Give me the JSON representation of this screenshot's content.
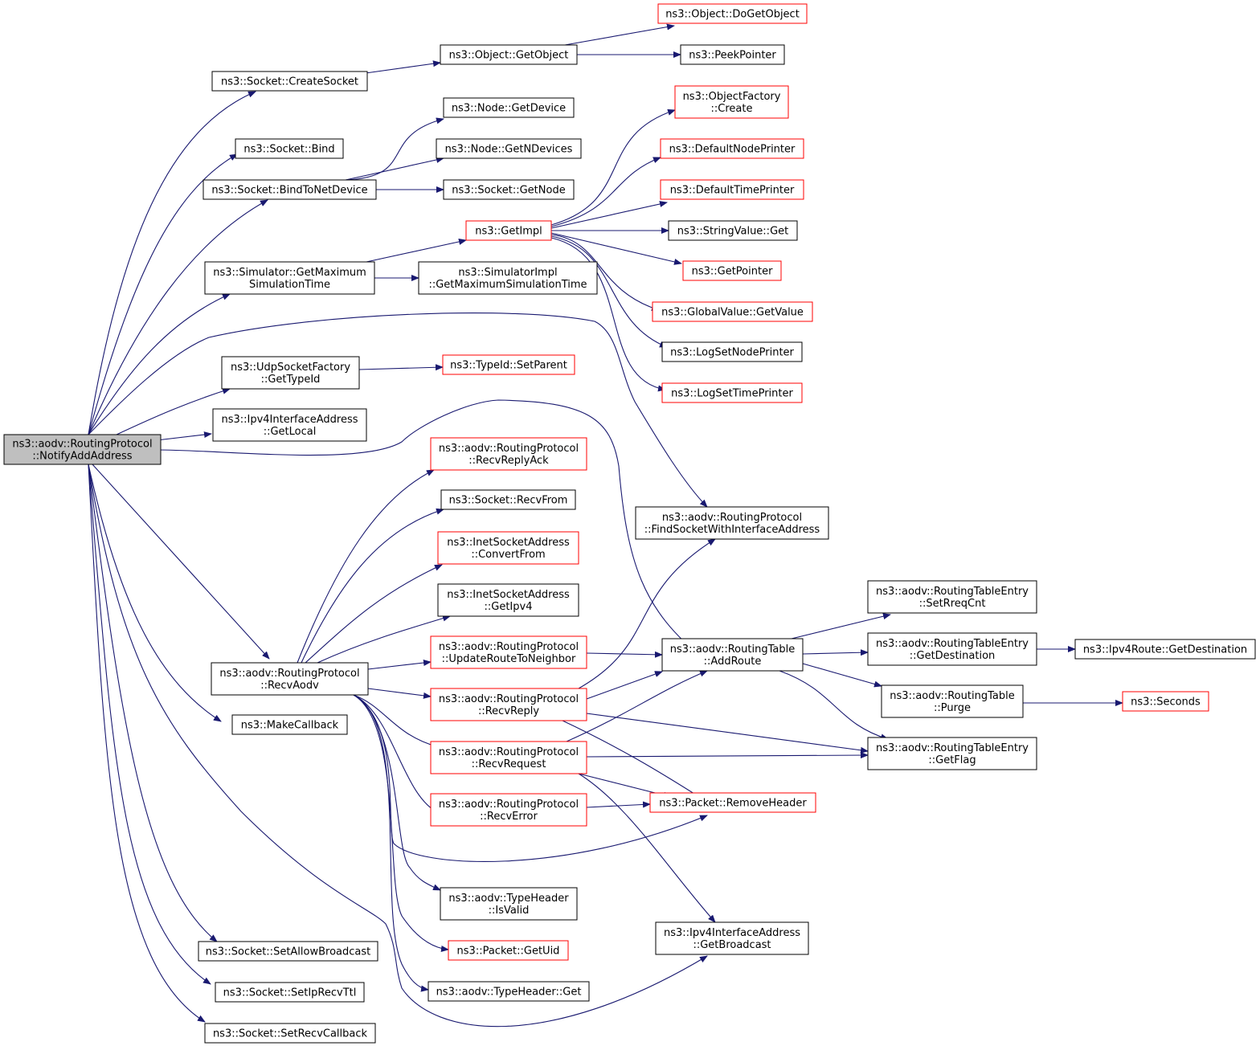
{
  "colors": {
    "edge": "#191970",
    "border_normal": "#000000",
    "border_truncated": "#ff0000",
    "root_fill": "#bfbfbf",
    "node_fill": "#ffffff"
  },
  "nodes": [
    {
      "id": "n0",
      "lines": [
        "ns3::aodv::RoutingProtocol",
        "::NotifyAddAddress"
      ],
      "style": "root"
    },
    {
      "id": "n1",
      "lines": [
        "ns3::Socket::CreateSocket"
      ],
      "style": "normal"
    },
    {
      "id": "n2",
      "lines": [
        "ns3::Socket::Bind"
      ],
      "style": "normal"
    },
    {
      "id": "n3",
      "lines": [
        "ns3::Socket::BindToNetDevice"
      ],
      "style": "normal"
    },
    {
      "id": "n4",
      "lines": [
        "ns3::Simulator::GetMaximum",
        "SimulationTime"
      ],
      "style": "normal"
    },
    {
      "id": "n5",
      "lines": [
        "ns3::UdpSocketFactory",
        "::GetTypeId"
      ],
      "style": "normal"
    },
    {
      "id": "n6",
      "lines": [
        "ns3::Ipv4InterfaceAddress",
        "::GetLocal"
      ],
      "style": "normal"
    },
    {
      "id": "n7",
      "lines": [
        "ns3::aodv::RoutingProtocol",
        "::RecvAodv"
      ],
      "style": "normal"
    },
    {
      "id": "n8",
      "lines": [
        "ns3::MakeCallback"
      ],
      "style": "normal"
    },
    {
      "id": "n9",
      "lines": [
        "ns3::Socket::SetAllowBroadcast"
      ],
      "style": "normal"
    },
    {
      "id": "n10",
      "lines": [
        "ns3::Socket::SetIpRecvTtl"
      ],
      "style": "normal"
    },
    {
      "id": "n11",
      "lines": [
        "ns3::Socket::SetRecvCallback"
      ],
      "style": "normal"
    },
    {
      "id": "n12",
      "lines": [
        "ns3::Object::GetObject"
      ],
      "style": "normal"
    },
    {
      "id": "n13",
      "lines": [
        "ns3::Object::DoGetObject"
      ],
      "style": "truncated"
    },
    {
      "id": "n14",
      "lines": [
        "ns3::PeekPointer"
      ],
      "style": "normal"
    },
    {
      "id": "n15",
      "lines": [
        "ns3::Node::GetDevice"
      ],
      "style": "normal"
    },
    {
      "id": "n16",
      "lines": [
        "ns3::Node::GetNDevices"
      ],
      "style": "normal"
    },
    {
      "id": "n17",
      "lines": [
        "ns3::Socket::GetNode"
      ],
      "style": "normal"
    },
    {
      "id": "n18",
      "lines": [
        "ns3::GetImpl"
      ],
      "style": "truncated"
    },
    {
      "id": "n19",
      "lines": [
        "ns3::SimulatorImpl",
        "::GetMaximumSimulationTime"
      ],
      "style": "normal"
    },
    {
      "id": "n20",
      "lines": [
        "ns3::ObjectFactory",
        "::Create"
      ],
      "style": "truncated"
    },
    {
      "id": "n21",
      "lines": [
        "ns3::DefaultNodePrinter"
      ],
      "style": "truncated"
    },
    {
      "id": "n22",
      "lines": [
        "ns3::DefaultTimePrinter"
      ],
      "style": "truncated"
    },
    {
      "id": "n23",
      "lines": [
        "ns3::StringValue::Get"
      ],
      "style": "normal"
    },
    {
      "id": "n24",
      "lines": [
        "ns3::GetPointer"
      ],
      "style": "truncated"
    },
    {
      "id": "n25",
      "lines": [
        "ns3::GlobalValue::GetValue"
      ],
      "style": "truncated"
    },
    {
      "id": "n26",
      "lines": [
        "ns3::LogSetNodePrinter"
      ],
      "style": "normal"
    },
    {
      "id": "n27",
      "lines": [
        "ns3::LogSetTimePrinter"
      ],
      "style": "truncated"
    },
    {
      "id": "n28",
      "lines": [
        "ns3::TypeId::SetParent"
      ],
      "style": "truncated"
    },
    {
      "id": "n29",
      "lines": [
        "ns3::aodv::RoutingProtocol",
        "::FindSocketWithInterfaceAddress"
      ],
      "style": "normal"
    },
    {
      "id": "n30",
      "lines": [
        "ns3::aodv::RoutingProtocol",
        "::RecvReplyAck"
      ],
      "style": "truncated"
    },
    {
      "id": "n31",
      "lines": [
        "ns3::Socket::RecvFrom"
      ],
      "style": "normal"
    },
    {
      "id": "n32",
      "lines": [
        "ns3::InetSocketAddress",
        "::ConvertFrom"
      ],
      "style": "truncated"
    },
    {
      "id": "n33",
      "lines": [
        "ns3::InetSocketAddress",
        "::GetIpv4"
      ],
      "style": "normal"
    },
    {
      "id": "n34",
      "lines": [
        "ns3::aodv::RoutingProtocol",
        "::UpdateRouteToNeighbor"
      ],
      "style": "truncated"
    },
    {
      "id": "n35",
      "lines": [
        "ns3::aodv::RoutingProtocol",
        "::RecvReply"
      ],
      "style": "truncated"
    },
    {
      "id": "n36",
      "lines": [
        "ns3::aodv::RoutingProtocol",
        "::RecvRequest"
      ],
      "style": "truncated"
    },
    {
      "id": "n37",
      "lines": [
        "ns3::aodv::RoutingProtocol",
        "::RecvError"
      ],
      "style": "truncated"
    },
    {
      "id": "n38",
      "lines": [
        "ns3::aodv::TypeHeader",
        "::IsValid"
      ],
      "style": "normal"
    },
    {
      "id": "n39",
      "lines": [
        "ns3::Packet::GetUid"
      ],
      "style": "truncated"
    },
    {
      "id": "n40",
      "lines": [
        "ns3::aodv::TypeHeader::Get"
      ],
      "style": "normal"
    },
    {
      "id": "n41",
      "lines": [
        "ns3::aodv::RoutingTable",
        "::AddRoute"
      ],
      "style": "normal"
    },
    {
      "id": "n42",
      "lines": [
        "ns3::Packet::RemoveHeader"
      ],
      "style": "truncated"
    },
    {
      "id": "n43",
      "lines": [
        "ns3::Ipv4InterfaceAddress",
        "::GetBroadcast"
      ],
      "style": "normal"
    },
    {
      "id": "n44",
      "lines": [
        "ns3::aodv::RoutingTableEntry",
        "::SetRreqCnt"
      ],
      "style": "normal"
    },
    {
      "id": "n45",
      "lines": [
        "ns3::aodv::RoutingTableEntry",
        "::GetDestination"
      ],
      "style": "normal"
    },
    {
      "id": "n46",
      "lines": [
        "ns3::aodv::RoutingTable",
        "::Purge"
      ],
      "style": "normal"
    },
    {
      "id": "n47",
      "lines": [
        "ns3::aodv::RoutingTableEntry",
        "::GetFlag"
      ],
      "style": "normal"
    },
    {
      "id": "n48",
      "lines": [
        "ns3::Ipv4Route::GetDestination"
      ],
      "style": "normal"
    },
    {
      "id": "n49",
      "lines": [
        "ns3::Seconds"
      ],
      "style": "truncated"
    }
  ]
}
